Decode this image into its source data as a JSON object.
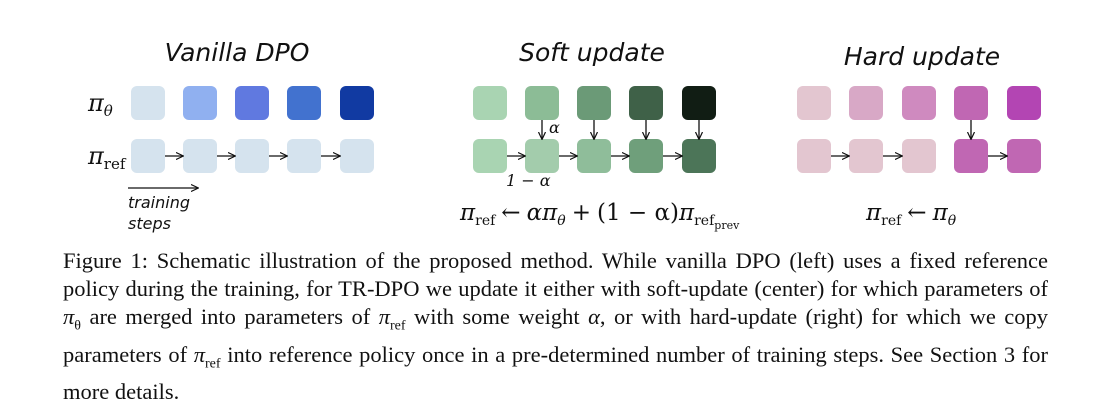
{
  "figure": {
    "panels": [
      {
        "id": "vanilla",
        "title": "Vanilla DPO",
        "row_labels": {
          "theta": "π",
          "theta_sub": "θ",
          "ref": "π",
          "ref_sub": "ref"
        },
        "top_colors": [
          "#d5e3ee",
          "#90b0f0",
          "#6079e0",
          "#4272cf",
          "#113aa2"
        ],
        "bottom_colors": [
          "#d5e3ee",
          "#d5e3ee",
          "#d5e3ee",
          "#d5e3ee",
          "#d5e3ee"
        ],
        "axis_label_line1": "training",
        "axis_label_line2": "steps"
      },
      {
        "id": "soft",
        "title": "Soft update",
        "top_colors": [
          "#a9d4b2",
          "#8cbc96",
          "#6b9a77",
          "#3f6148",
          "#111d14"
        ],
        "bottom_colors": [
          "#a9d4b2",
          "#a3ccac",
          "#8fbd9a",
          "#6f9f7b",
          "#4c7558"
        ],
        "alpha_label": "α",
        "one_minus_alpha_label": "1 − α",
        "formula": {
          "lhs": "π",
          "lhs_sub": "ref",
          "arrow": "←",
          "term1_coef": "α",
          "term1": "π",
          "term1_sub": "θ",
          "plus": "+",
          "term2_coef": "(1 − α)",
          "term2": "π",
          "term2_sub": "ref",
          "term2_subsub": "prev"
        }
      },
      {
        "id": "hard",
        "title": "Hard update",
        "top_colors": [
          "#e3c6d0",
          "#d8a8c6",
          "#cf8abf",
          "#c067b3",
          "#b345b3"
        ],
        "bottom_colors": [
          "#e3c6d0",
          "#e3c6d0",
          "#e3c6d0",
          "#c067b3",
          "#c067b3"
        ],
        "formula": {
          "lhs": "π",
          "lhs_sub": "ref",
          "arrow": "←",
          "rhs": "π",
          "rhs_sub": "θ"
        }
      }
    ]
  },
  "caption": {
    "seg1": "Figure 1: Schematic illustration of the proposed method. While vanilla DPO (left) uses a fixed reference policy during the training, for TR-DPO we update it either with soft-update (center) for which parameters of ",
    "pi1": "π",
    "pi1_sub": "θ",
    "seg2": " are merged into parameters of ",
    "pi2": "π",
    "pi2_sub": "ref",
    "seg3": " with some weight ",
    "alpha": "α",
    "seg4": ", or with hard-update (right) for which we copy parameters of ",
    "pi3": "π",
    "pi3_sub": "ref",
    "seg5": " into reference policy once in a pre-determined number of training steps. See Section 3 for more details."
  }
}
